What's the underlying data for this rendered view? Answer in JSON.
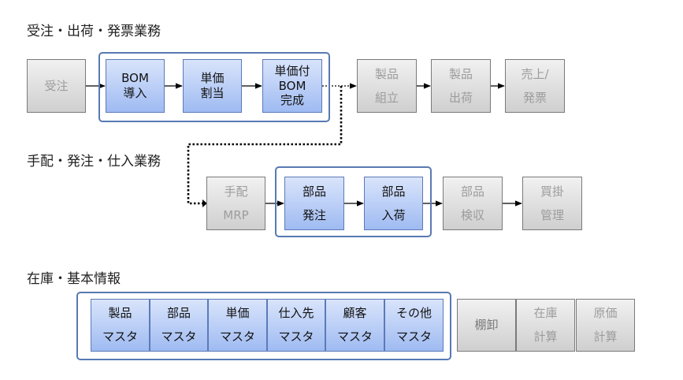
{
  "sections": {
    "orders": "受注・出荷・発票業務",
    "procurement": "手配・発注・仕入業務",
    "inventory": "在庫・基本情報"
  },
  "row1": {
    "order": "受注",
    "bom_import": [
      "BOM",
      "導入"
    ],
    "price_assign": [
      "単価",
      "割当"
    ],
    "priced_bom": [
      "単価付",
      "BOM",
      "完成"
    ],
    "product_assembly": [
      "製品",
      "組立"
    ],
    "product_shipping": [
      "製品",
      "出荷"
    ],
    "sales_invoice": [
      "売上/",
      "発票"
    ]
  },
  "row2": {
    "arrangement_mrp": [
      "手配",
      "MRP"
    ],
    "parts_ordering": [
      "部品",
      "発注"
    ],
    "parts_receiving": [
      "部品",
      "入荷"
    ],
    "parts_inspection": [
      "部品",
      "検収"
    ],
    "payables": [
      "買掛",
      "管理"
    ]
  },
  "row3": {
    "masters": [
      [
        "製品",
        "マスタ"
      ],
      [
        "部品",
        "マスタ"
      ],
      [
        "単価",
        "マスタ"
      ],
      [
        "仕入先",
        "マスタ"
      ],
      [
        "顧客",
        "マスタ"
      ],
      [
        "その他",
        "マスタ"
      ]
    ],
    "stocktaking": "棚卸",
    "stock_calc": [
      "在庫",
      "計算"
    ],
    "cost_calc": [
      "原価",
      "計算"
    ]
  },
  "colors": {
    "group_border": "#5879b3",
    "active_fill": "#b7cdf6",
    "inactive_fill": "#dcdcdc",
    "inactive_text": "#9c9c9c"
  }
}
